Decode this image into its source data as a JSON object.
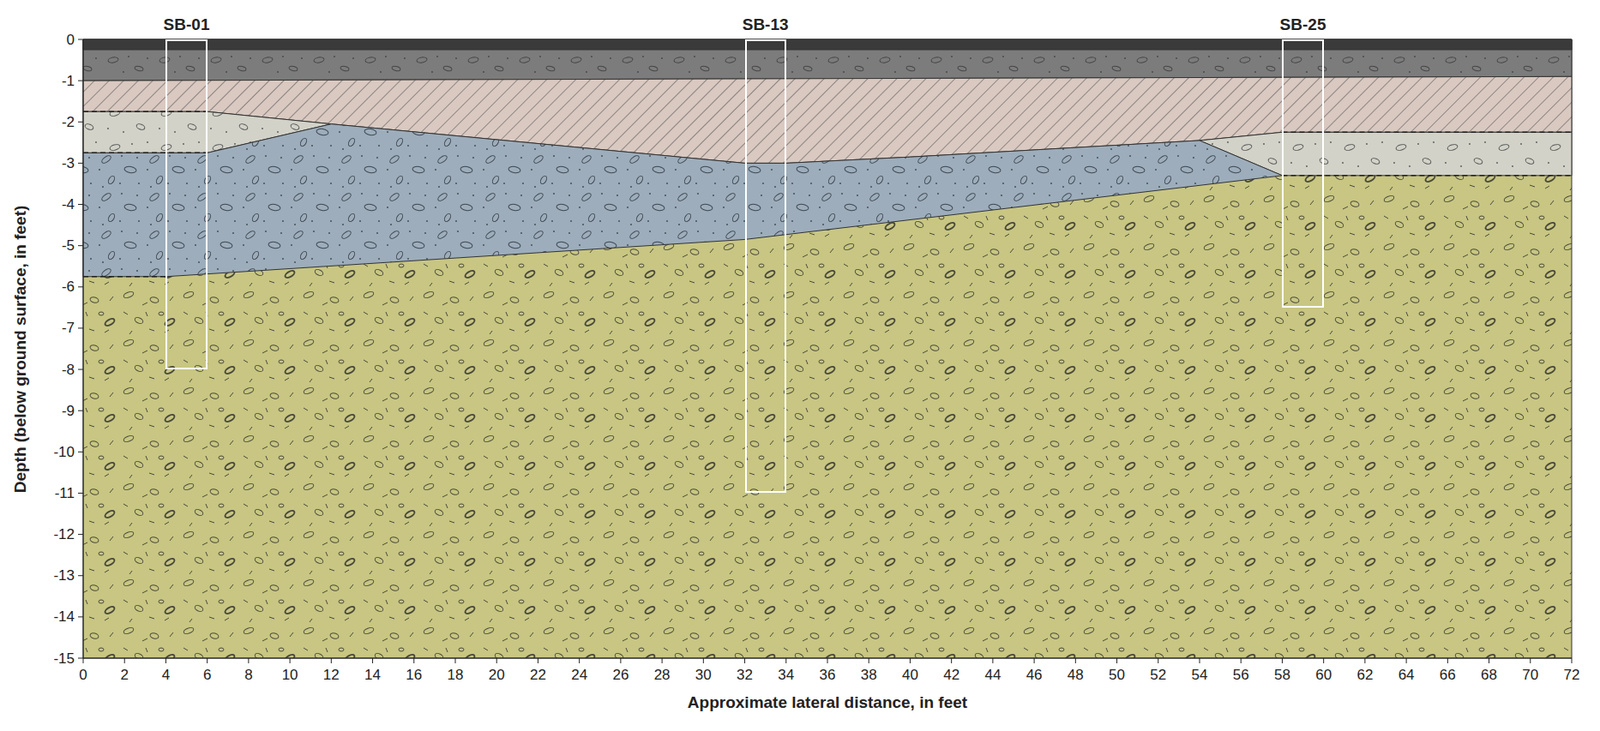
{
  "diagram": {
    "nodes": [
      {
        "text": [
          "SB-01"
        ]
      },
      {
        "text": [
          "SB-13"
        ]
      },
      {
        "text": [
          "SB-25"
        ]
      }
    ],
    "labels": [
      "0",
      "-1",
      "-2",
      "-3",
      "-4",
      "-5",
      "-6",
      "-7",
      "-8",
      "-9",
      "-10",
      "-11",
      "-12",
      "-13",
      "-14",
      "-15",
      "Depth (below ground surface, in feet)",
      "0",
      "2",
      "4",
      "6",
      "8",
      "10",
      "12",
      "14",
      "16",
      "18",
      "20",
      "22",
      "24",
      "26",
      "28",
      "30",
      "32",
      "34",
      "36",
      "38",
      "40",
      "42",
      "44",
      "46",
      "48",
      "50",
      "52",
      "54",
      "56",
      "58",
      "60",
      "62",
      "64",
      "66",
      "68",
      "70",
      "72",
      "Approximate lateral distance, in feet"
    ]
  }
}
